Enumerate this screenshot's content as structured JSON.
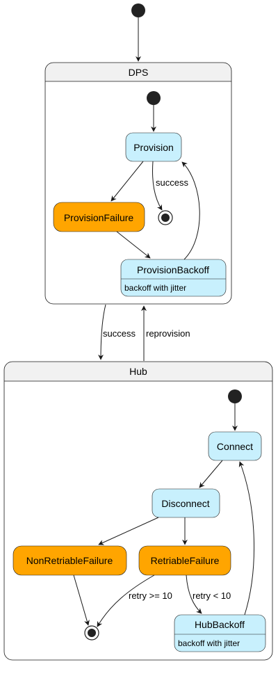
{
  "composites": {
    "dps": {
      "title": "DPS"
    },
    "hub": {
      "title": "Hub"
    }
  },
  "states": {
    "provision": {
      "label": "Provision"
    },
    "provision_failure": {
      "label": "ProvisionFailure"
    },
    "provision_backoff": {
      "label": "ProvisionBackoff",
      "note": "backoff with jitter"
    },
    "connect": {
      "label": "Connect"
    },
    "disconnect": {
      "label": "Disconnect"
    },
    "nonretriable_failure": {
      "label": "NonRetriableFailure"
    },
    "retriable_failure": {
      "label": "RetriableFailure"
    },
    "hub_backoff": {
      "label": "HubBackoff",
      "note": "backoff with jitter"
    }
  },
  "transitions": {
    "provision_success": "success",
    "dps_to_hub": "success",
    "hub_to_dps": "reprovision",
    "retry_exhausted": "retry >= 10",
    "retry_continue": "retry < 10"
  },
  "colors": {
    "state_fill": "#C8F0FD",
    "failure_fill": "#FFA500",
    "composite_header": "#F1F1F1",
    "border": "#181818"
  }
}
